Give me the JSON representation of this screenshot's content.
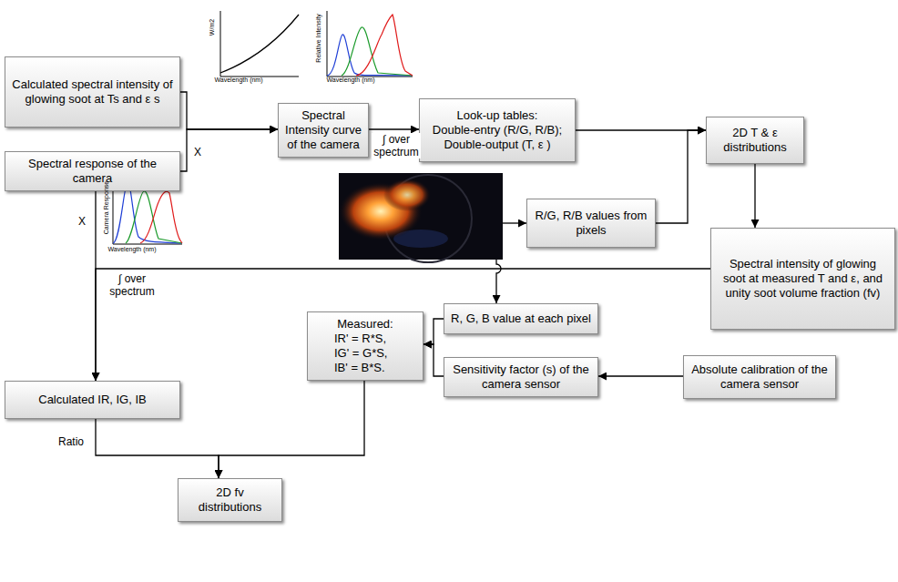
{
  "diagram": {
    "nodes": [
      {
        "text": [
          "Calculated spectral intensity of glowing soot at Ts and ε s"
        ]
      },
      {
        "text": [
          "Spectral response of the camera"
        ]
      },
      {
        "text": [
          "Spectral Intensity curve of the camera"
        ]
      },
      {
        "text": [
          "Look-up tables:",
          "Double-entry (R/G, R/B); Double-output (T, ε )"
        ]
      },
      {
        "text": [
          "R/G, R/B values from pixels"
        ]
      },
      {
        "text": [
          "2D T & ε distributions"
        ]
      },
      {
        "text": [
          "Spectral intensity of glowing soot at measured T and ε, and unity soot volume fraction (fv)"
        ]
      },
      {
        "text": [
          "R, G, B value at each pixel"
        ]
      },
      {
        "text": [
          "Sensitivity factor (s) of the camera sensor"
        ]
      },
      {
        "text": [
          "Absolute calibration of the camera sensor"
        ]
      },
      {
        "text": [
          "Measured:",
          "IR' = R*S, IG' = G*S, IB' = B*S."
        ]
      },
      {
        "text": [
          "Calculated IR, IG, IB"
        ]
      },
      {
        "text": [
          "2D fv distributions"
        ]
      }
    ],
    "edges": [
      {
        "from": 0,
        "to": 2,
        "arrow": "to"
      },
      {
        "from": 1,
        "to": 2,
        "label": "X",
        "arrow": "to"
      },
      {
        "from": 2,
        "to": 3,
        "label": "∫ over spectrum",
        "arrow": "to"
      },
      {
        "from": 3,
        "to": 5,
        "arrow": "to"
      },
      {
        "from": 4,
        "to": 5,
        "arrow": "to"
      },
      {
        "from": 5,
        "to": 6,
        "arrow": "to"
      },
      {
        "from": 6,
        "to": 11,
        "label": "∫ over spectrum",
        "arrow": "to"
      },
      {
        "from": 1,
        "to": 11,
        "label": "X",
        "arrow": "to"
      },
      {
        "from": 7,
        "to": 10,
        "arrow": "to"
      },
      {
        "from": 8,
        "to": 10,
        "arrow": "to"
      },
      {
        "from": 9,
        "to": 8,
        "arrow": "to"
      },
      {
        "from": 11,
        "to": 12,
        "label": "Ratio",
        "arrow": "to"
      },
      {
        "from": 10,
        "to": 12,
        "arrow": "to"
      }
    ],
    "labels": [
      "W/m2",
      "Wavelength (nm)",
      "Relative Intensity",
      "Wavelength (nm)",
      "Camera Response",
      "Wavelength (nm)"
    ]
  }
}
